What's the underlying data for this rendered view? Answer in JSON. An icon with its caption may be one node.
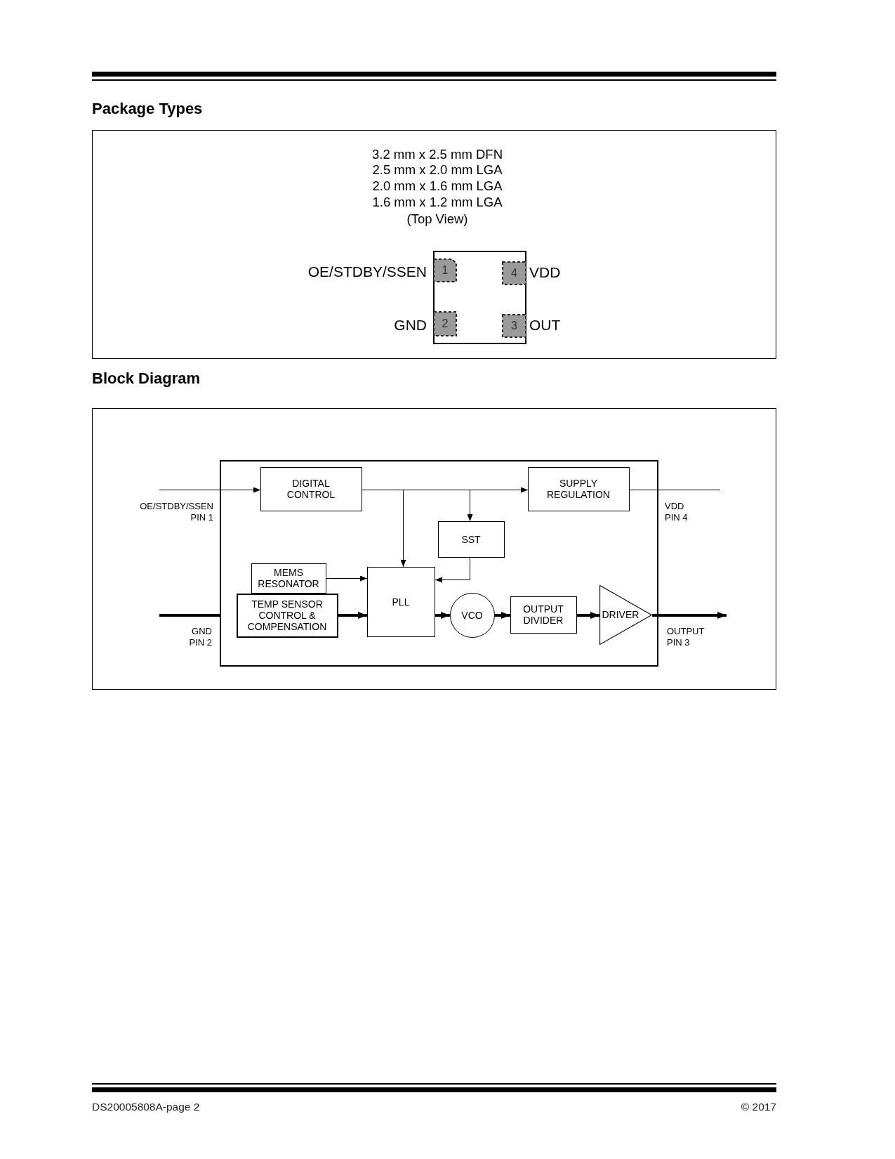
{
  "diagram": {
    "nodes": [
      {
        "text": [],
        "shape": "box"
      },
      {
        "text": [
          "1"
        ],
        "beside": [
          "OE/STDBY/SSEN"
        ],
        "in": 0
      },
      {
        "text": [
          "4"
        ],
        "beside": [
          "VDD"
        ],
        "in": 0
      },
      {
        "text": [
          "2"
        ],
        "beside": [
          "GND"
        ],
        "in": 0
      },
      {
        "text": [
          "3"
        ],
        "beside": [
          "OUT"
        ],
        "in": 0
      },
      {
        "text": [],
        "shape": "box"
      },
      {
        "text": [
          "DIGITAL CONTROL"
        ],
        "in": 5
      },
      {
        "text": [
          "SUPPLY REGULATION"
        ],
        "in": 5
      },
      {
        "text": [
          "SST"
        ],
        "in": 5
      },
      {
        "text": [
          "MEMS RESONATOR"
        ],
        "in": 5
      },
      {
        "text": [
          "PLL"
        ],
        "in": 5
      },
      {
        "text": [
          "TEMP SENSOR CONTROL & COMPENSATION"
        ],
        "in": 5
      },
      {
        "text": [
          "VCO"
        ],
        "in": 5
      },
      {
        "text": [
          "OUTPUT DIVIDER"
        ],
        "in": 5
      },
      {
        "text": [
          "DRIVER"
        ],
        "in": 5
      }
    ],
    "edges": [
      {
        "from": null,
        "to": 6,
        "arrow": "to"
      },
      {
        "from": 6,
        "to": 7,
        "arrow": "to"
      },
      {
        "from": 6,
        "to": 10,
        "arrow": "to"
      },
      {
        "from": 6,
        "to": 8,
        "arrow": "to"
      },
      {
        "from": 7,
        "to": null,
        "arrow": "none"
      },
      {
        "from": 8,
        "to": 10,
        "arrow": "to"
      },
      {
        "from": 9,
        "to": 10,
        "arrow": "to"
      },
      {
        "from": null,
        "to": 5,
        "arrow": "none",
        "style": "thick"
      },
      {
        "from": 11,
        "to": 10,
        "arrow": "to",
        "style": "thick"
      },
      {
        "from": 10,
        "to": 12,
        "arrow": "to",
        "style": "thick"
      },
      {
        "from": 12,
        "to": 13,
        "arrow": "to",
        "style": "thick"
      },
      {
        "from": 13,
        "to": 14,
        "arrow": "to",
        "style": "thick"
      },
      {
        "from": 14,
        "to": null,
        "arrow": "to",
        "style": "thick"
      }
    ],
    "labels": [
      "Package Types",
      "3.2 mm x 2.5 mm DFN",
      "2.5 mm x 2.0 mm LGA",
      "2.0 mm x 1.6 mm LGA",
      "1.6 mm x 1.2 mm LGA",
      "(Top View)",
      "Block Diagram",
      "OE/STDBY/SSEN PIN 1",
      "VDD PIN 4",
      "GND PIN 2",
      "OUTPUT PIN 3",
      "DS20005808A-page 2",
      "© 2017"
    ]
  }
}
